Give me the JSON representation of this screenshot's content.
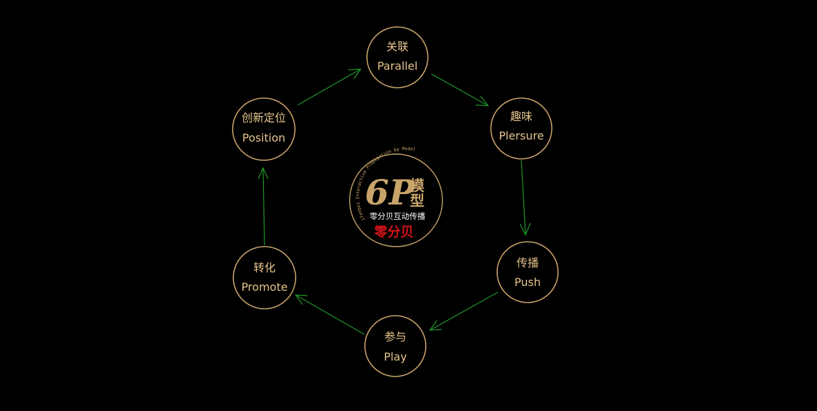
{
  "center": {
    "big": "6P",
    "model_char_1": "模",
    "model_char_2": "型",
    "subtitle": "零分贝互动传播",
    "brand": "零分贝",
    "arc_caption": "ifenbei Interactive Propagation 6p Model"
  },
  "nodes": [
    {
      "id": "parallel",
      "cn": "关联",
      "en": "Parallel"
    },
    {
      "id": "plersure",
      "cn": "趣味",
      "en": "Plersure"
    },
    {
      "id": "push",
      "cn": "传播",
      "en": "Push"
    },
    {
      "id": "play",
      "cn": "参与",
      "en": "Play"
    },
    {
      "id": "promote",
      "cn": "转化",
      "en": "Promote"
    },
    {
      "id": "position",
      "cn": "创新定位",
      "en": "Position"
    }
  ],
  "colors": {
    "background": "#000000",
    "gold": "#c9a46a",
    "node_text": "#e6c48c",
    "arrow": "#1f9a2a",
    "brand_red": "#d4141c",
    "subtitle": "#ffffff"
  }
}
